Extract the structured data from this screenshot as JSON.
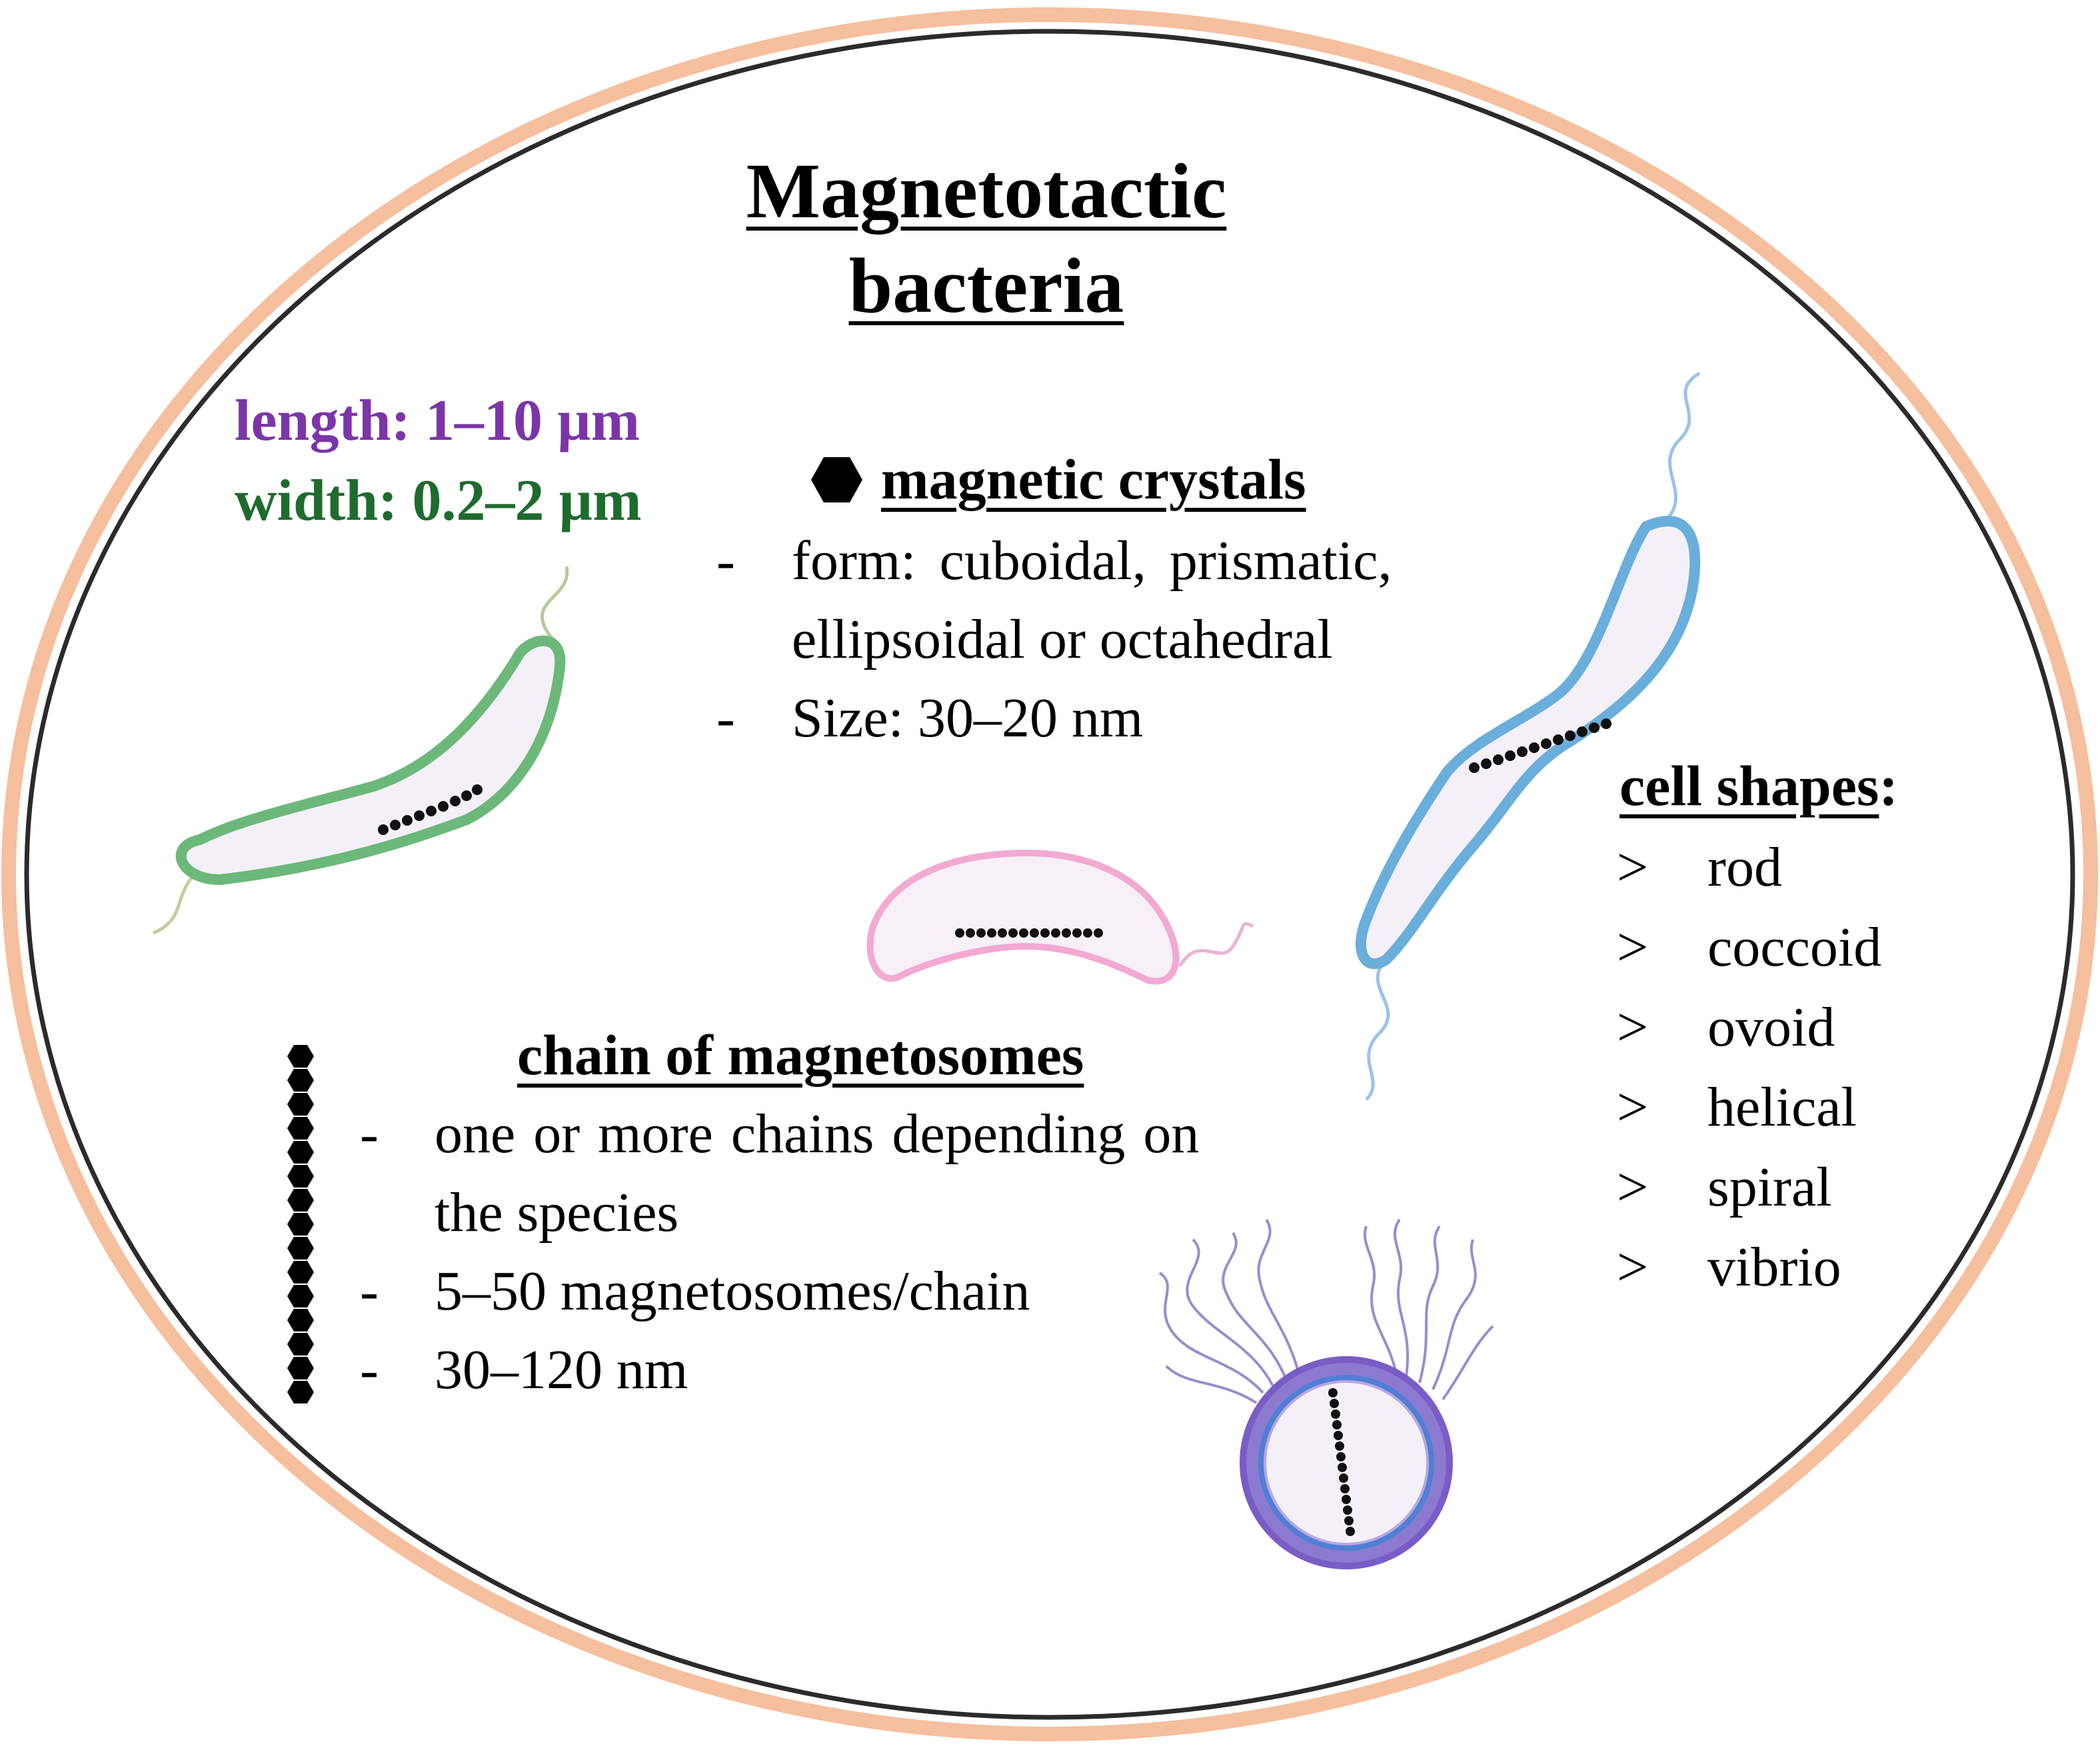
{
  "title": {
    "line1": "Magnetotactic",
    "line2": "bacteria"
  },
  "dimensions": {
    "length": "length: 1–10 µm",
    "width": "width: 0.2–2 µm",
    "length_color": "#7b35a8",
    "width_color": "#1e6b2e"
  },
  "crystals": {
    "heading": "magnetic crystals",
    "icon": "hexagon-icon",
    "items": [
      "form:   cuboidal,   prismatic,",
      "ellipsoidal or octahedral",
      "Size: 30–20 nm"
    ]
  },
  "chain": {
    "heading": "chain of magnetosomes",
    "icon": "magnetosome-chain-icon",
    "items": [
      "one or more chains depending on",
      "the species",
      "5–50 magnetosomes/chain",
      "30–120 nm"
    ]
  },
  "shapes": {
    "heading": "cell shapes",
    "suffix": ":",
    "marker": ">",
    "items": [
      "rod",
      "coccoid",
      "ovoid",
      "helical",
      "spiral",
      "vibrio"
    ]
  },
  "list_dash": "-",
  "colors": {
    "ellipse_stroke": "#2b2b2b",
    "ellipse_glow": "#f4b48c",
    "green_cell": "#6cb87a",
    "blue_cell": "#6aaedc",
    "pink_cell": "#f2a9d2",
    "purple_cell": "#7a5cc6",
    "cell_fill": "#f4f0f8"
  }
}
